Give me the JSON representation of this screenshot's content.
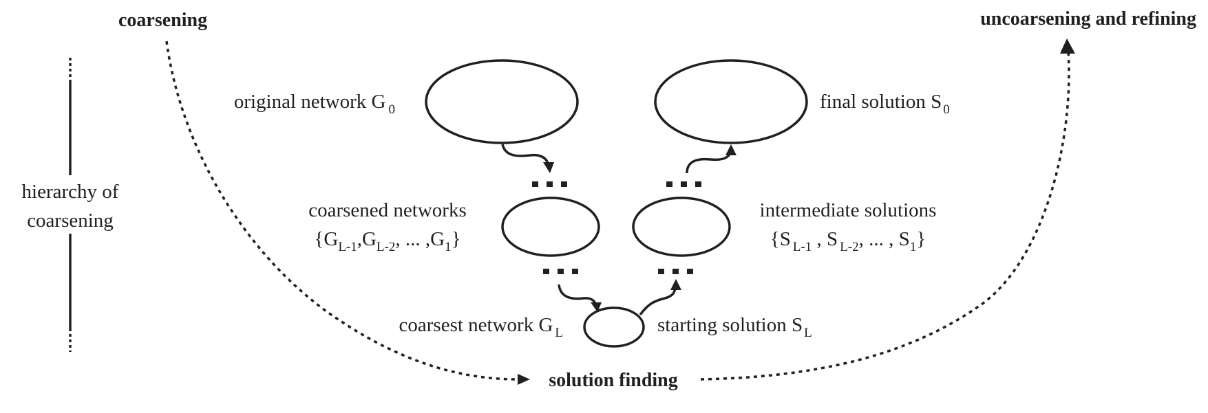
{
  "phases": {
    "coarsening": "coarsening",
    "uncoarsening": "uncoarsening and refining",
    "solution_finding": "solution finding"
  },
  "hierarchy": {
    "line1": "hierarchy of",
    "line2": "coarsening"
  },
  "networks": {
    "original": {
      "text": "original network G",
      "sub": "0"
    },
    "coarsened": {
      "line1": "coarsened networks",
      "line2": {
        "open": "{G",
        "sub1": "L-1",
        "mid1": ",G",
        "sub2": "L-2",
        "mid2": ", ... ,G",
        "sub3": "1",
        "close": "}"
      }
    },
    "coarsest": {
      "text": "coarsest network G",
      "sub": "L"
    }
  },
  "solutions": {
    "final": {
      "text": "final solution  S",
      "sub": "0"
    },
    "intermediate": {
      "line1": "intermediate solutions",
      "line2": {
        "open": "{S",
        "sub1": "L-1",
        "mid1": " , S",
        "sub2": "L-2",
        "mid2": ", ... , S",
        "sub3": "1",
        "close": "}"
      }
    },
    "starting": {
      "text": "starting solution  S",
      "sub": "L"
    }
  }
}
